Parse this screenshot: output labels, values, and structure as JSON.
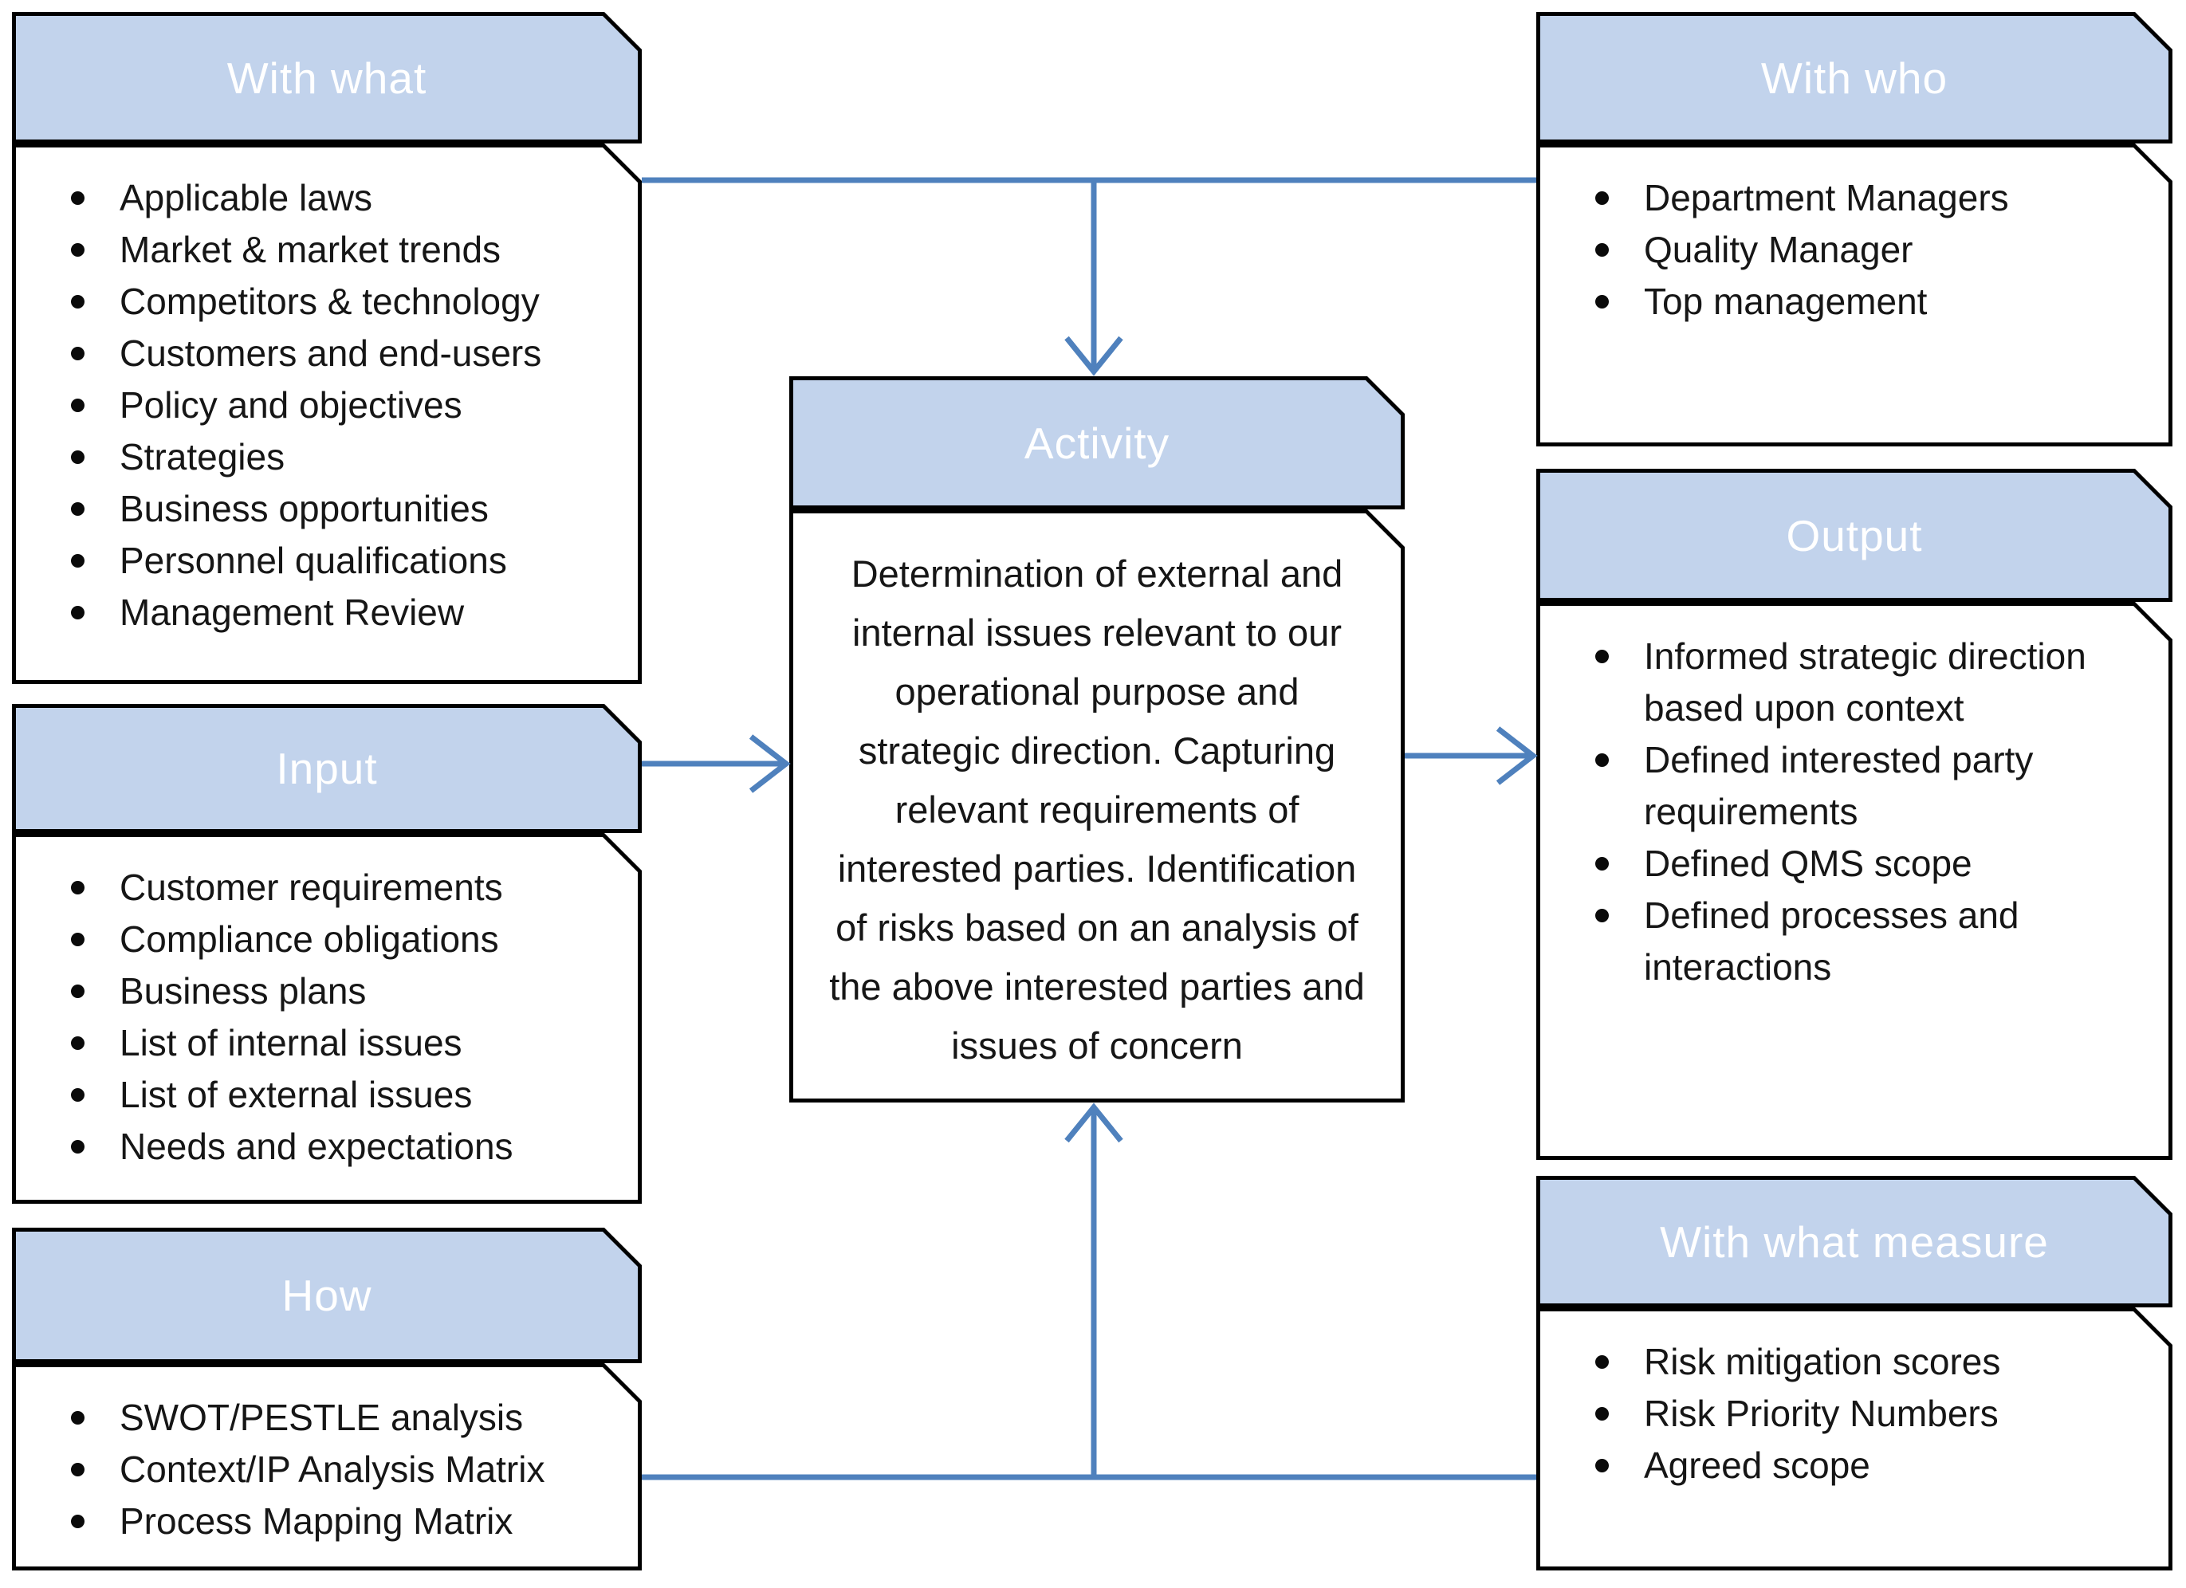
{
  "colors": {
    "header_fill": "#c2d3ec",
    "border": "#000000",
    "connector": "#4f81bd",
    "header_text": "#ffffff",
    "body_text": "#161616"
  },
  "boxes": {
    "with_what": {
      "title": "With what",
      "items": [
        "Applicable laws",
        "Market & market trends",
        "Competitors & technology",
        "Customers and end-users",
        "Policy and objectives",
        "Strategies",
        "Business opportunities",
        "Personnel qualifications",
        "Management Review"
      ]
    },
    "with_who": {
      "title": "With who",
      "items": [
        "Department Managers",
        "Quality Manager",
        "Top management"
      ]
    },
    "activity": {
      "title": "Activity",
      "body": "Determination of external and internal issues relevant to our operational purpose and strategic direction. Capturing relevant requirements of interested parties. Identification of risks based on an analysis of the above interested parties and issues of concern"
    },
    "input": {
      "title": "Input",
      "items": [
        "Customer requirements",
        "Compliance obligations",
        "Business plans",
        "List of internal issues",
        "List of external issues",
        "Needs and expectations"
      ]
    },
    "output": {
      "title": "Output",
      "items": [
        "Informed strategic direction based upon context",
        "Defined interested party requirements",
        "Defined QMS scope",
        "Defined processes and interactions"
      ]
    },
    "how": {
      "title": "How",
      "items": [
        "SWOT/PESTLE analysis",
        "Context/IP Analysis Matrix",
        "Process Mapping Matrix"
      ]
    },
    "with_what_measure": {
      "title": "With what measure",
      "items": [
        "Risk mitigation scores",
        "Risk Priority Numbers",
        "Agreed scope"
      ]
    }
  }
}
